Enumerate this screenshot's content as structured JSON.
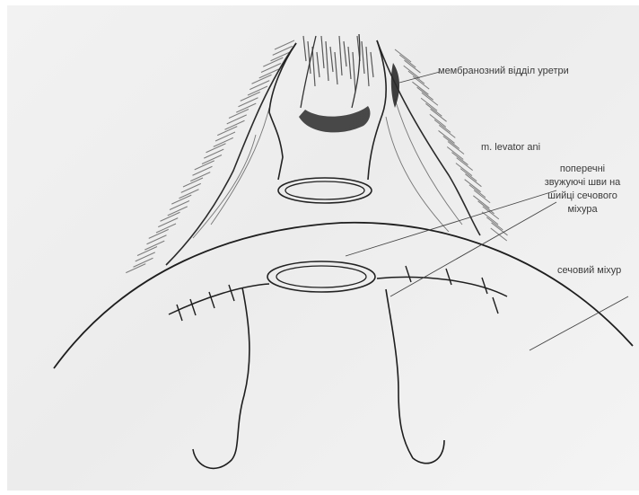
{
  "labels": {
    "membranous_urethra": "мембранозний відділ уретри",
    "levator_ani": "m. levator ani",
    "transverse_sutures": [
      "поперечні",
      "звужуючі шви на",
      "шийці сечового",
      "міхура"
    ],
    "bladder": "сечовий міхур"
  },
  "colors": {
    "paper": "#efefef",
    "pencil": "#1e1e1e",
    "hatch": "#555555",
    "text": "#3a3a3a"
  }
}
